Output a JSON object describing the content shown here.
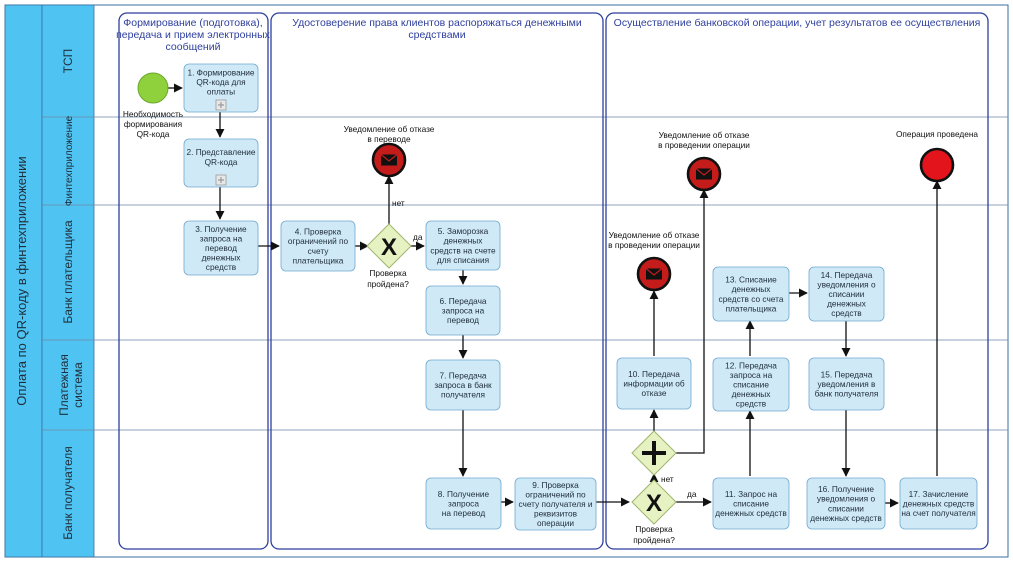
{
  "pool": {
    "label": "Оплата по QR-коду в финтехприложении"
  },
  "lanes": [
    {
      "id": "tsp",
      "label": "ТСП"
    },
    {
      "id": "fintech",
      "label": "Финтехприложение"
    },
    {
      "id": "payer_bank",
      "label": "Банк плательщика"
    },
    {
      "id": "payment_system",
      "label": "Платежная система"
    },
    {
      "id": "recipient_bank",
      "label": "Банк получателя"
    }
  ],
  "phases": [
    {
      "id": "p1",
      "title": [
        "Формирование (подготовка),",
        "передача и прием электронных",
        "сообщений"
      ]
    },
    {
      "id": "p2",
      "title": [
        "Удостоверение права клиентов распоряжаться денежными",
        "средствами"
      ]
    },
    {
      "id": "p3",
      "title": [
        "Осуществление банковской операции, учет результатов ее осуществления"
      ]
    }
  ],
  "tasks": [
    {
      "id": "t1",
      "lines": [
        "1. Формирование",
        "QR-кода для",
        "оплаты"
      ]
    },
    {
      "id": "t2",
      "lines": [
        "2. Представление",
        "QR-кода"
      ]
    },
    {
      "id": "t3",
      "lines": [
        "3. Получение",
        "запроса на",
        "перевод",
        "денежных",
        "средств"
      ]
    },
    {
      "id": "t4",
      "lines": [
        "4. Проверка",
        "ограничений по",
        "счету",
        "плательщика"
      ]
    },
    {
      "id": "t5",
      "lines": [
        "5. Заморозка",
        "денежных",
        "средств на счете",
        "для списания"
      ]
    },
    {
      "id": "t6",
      "lines": [
        "6. Передача",
        "запроса на",
        "перевод"
      ]
    },
    {
      "id": "t7",
      "lines": [
        "7. Передача",
        "запроса в банк",
        "получателя"
      ]
    },
    {
      "id": "t8",
      "lines": [
        "8. Получение",
        "запроса",
        "на перевод"
      ]
    },
    {
      "id": "t9",
      "lines": [
        "9. Проверка",
        "ограничений по",
        "счету получателя и",
        "реквизитов",
        "операции"
      ]
    },
    {
      "id": "t10",
      "lines": [
        "10. Передача",
        "информации об",
        "отказе"
      ]
    },
    {
      "id": "t11",
      "lines": [
        "11. Запрос на",
        "списание",
        "денежных средств"
      ]
    },
    {
      "id": "t12",
      "lines": [
        "12. Передача",
        "запроса на",
        "списание",
        "денежных",
        "средств"
      ]
    },
    {
      "id": "t13",
      "lines": [
        "13. Списание",
        "денежных",
        "средств со счета",
        "плательщика"
      ]
    },
    {
      "id": "t14",
      "lines": [
        "14. Передача",
        "уведомления о",
        "списании",
        "денежных",
        "средств"
      ]
    },
    {
      "id": "t15",
      "lines": [
        "15. Передача",
        "уведомления в",
        "банк получателя"
      ]
    },
    {
      "id": "t16",
      "lines": [
        "16. Получение",
        "уведомления о",
        "списании",
        "денежных средств"
      ]
    },
    {
      "id": "t17",
      "lines": [
        "17. Зачисление",
        "денежных средств",
        "на счет получателя"
      ]
    }
  ],
  "events": {
    "start": {
      "lines": [
        "Необходимость",
        "формирования",
        "QR-кода"
      ],
      "color": "#8ed13c"
    },
    "reject1": {
      "lines": [
        "Уведомление об отказе",
        "в переводе"
      ]
    },
    "reject2": {
      "lines": [
        "Уведомление об отказе",
        "в проведении операции"
      ]
    },
    "reject3": {
      "lines": [
        "Уведомление об отказе",
        "в проведении операции"
      ]
    },
    "end": {
      "lines": [
        "Операция проведена"
      ],
      "color": "#e3141b"
    }
  },
  "gateways": {
    "g1": {
      "lines": [
        "Проверка",
        "пройдена?"
      ],
      "yes": "да",
      "no": "нет"
    },
    "g2": {
      "lines": [
        "Проверка",
        "пройдена?"
      ],
      "yes": "да",
      "no": "нет"
    }
  },
  "colors": {
    "pool_band": "#4fc4f2",
    "task_fill": "#cfe9f6",
    "gateway_fill": "#e6f2c2",
    "phase_border": "#2e3f9e",
    "message_end": "#c41b1b"
  }
}
